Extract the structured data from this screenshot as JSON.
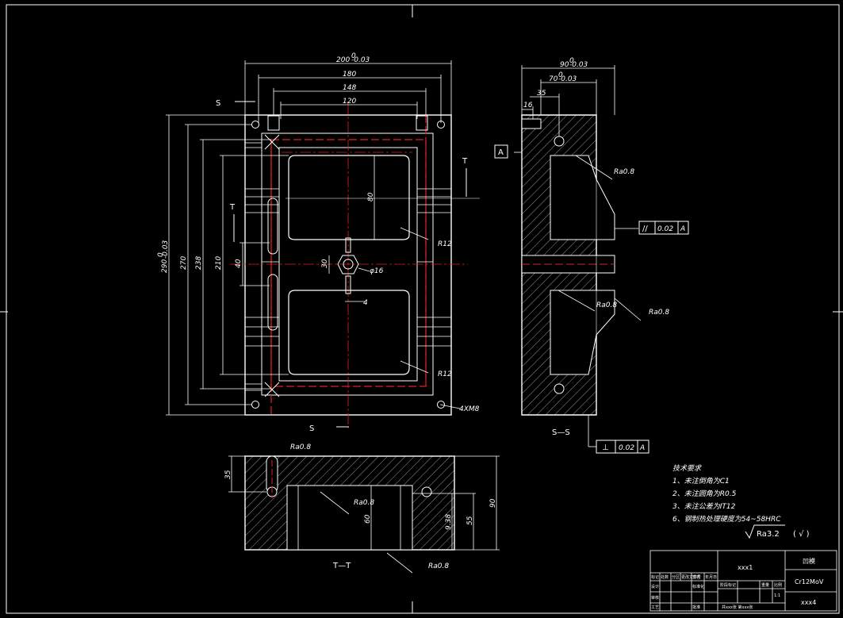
{
  "views": {
    "front": {
      "dims_top": [
        "200",
        "180",
        "148",
        "120"
      ],
      "dim_200_tol_upper": "0",
      "dim_200_tol_lower": "-0.03",
      "dims_left": [
        "290",
        "270",
        "238",
        "210",
        "40"
      ],
      "dim_290_tol_upper": "0",
      "dim_290_tol_lower": "-0.03",
      "dim_80": "80",
      "dim_30": "30",
      "dim_phi16": "φ16",
      "dim_4": "4",
      "radius_upper": "R12",
      "radius_lower": "R12",
      "hole_callout": "4XM8",
      "section_s_top": "S",
      "section_s_bottom": "S",
      "section_t_left": "T",
      "section_t_right": "T"
    },
    "side": {
      "dim_90": "90",
      "dim_90_tol_upper": "0",
      "dim_90_tol_lower": "-0.03",
      "dim_70": "70",
      "dim_70_tol_upper": "0",
      "dim_70_tol_lower": "-0.03",
      "dim_35": "35",
      "dim_16": "16",
      "datum": "A",
      "rough_1": "Ra0.8",
      "rough_2": "Ra0.8",
      "rough_3": "Ra0.8",
      "parallel_value": "0.02",
      "parallel_datum": "A",
      "perp_value": "0.02",
      "perp_datum": "A",
      "section_label": "S—S"
    },
    "bottom": {
      "rough_top": "Ra0.8",
      "rough_inner": "Ra0.8",
      "rough_bottom": "Ra0.8",
      "dim_35": "35",
      "dim_60": "60",
      "dim_938": "9.38",
      "dim_55": "55",
      "dim_90": "90",
      "section_label": "T—T"
    }
  },
  "notes": {
    "title": "技术要求",
    "items": [
      "1、未注倒角为C1",
      "2、未注圆角为R0.5",
      "3、未注公差为IT12",
      "6、钢制热处理硬度为54~58HRC"
    ],
    "roughness_general": "Ra3.2",
    "roughness_paren": "( √ )"
  },
  "title_block": {
    "drawing_no": "xxx1",
    "part_name": "凹模",
    "material": "Cr12MoV",
    "sheet": "xxx4",
    "headers_row1": [
      "标记",
      "处数",
      "分区",
      "更改文件号",
      "签名",
      "年月日"
    ],
    "headers_row2": [
      "设计",
      "",
      "标准化"
    ],
    "headers_row3": [
      "审核",
      ""
    ],
    "headers_row4": [
      "工艺",
      "批准"
    ],
    "stage_headers": [
      "阶段标记",
      "重量",
      "比例"
    ],
    "stage_values": [
      "",
      "",
      "1:1"
    ],
    "sheet_info": "共xxx张 第xxx张"
  }
}
